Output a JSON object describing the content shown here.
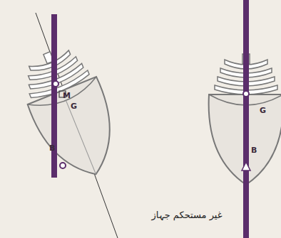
{
  "diagram": {
    "caption": "غیر مستحکم جہاز",
    "labels": [
      "G",
      "M",
      "B",
      "G",
      "B"
    ]
  }
}
